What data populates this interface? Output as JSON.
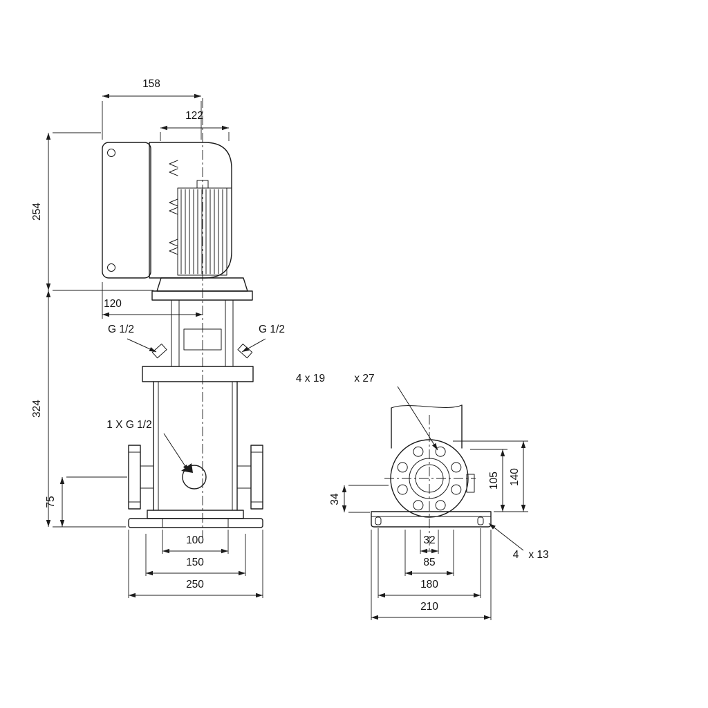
{
  "drawing": {
    "front_view": {
      "dims": {
        "d158": "158",
        "d122": "122",
        "d254": "254",
        "d120": "120",
        "d324": "324",
        "d75": "75",
        "d100": "100",
        "d150": "150",
        "d250": "250"
      },
      "labels": {
        "port_left": "G 1/2",
        "port_right": "G 1/2",
        "drain": "1 X G 1/2"
      }
    },
    "side_view": {
      "dims": {
        "d34": "34",
        "d105": "105",
        "d140": "140",
        "d32": "32",
        "d85": "85",
        "d180": "180",
        "d210": "210"
      },
      "labels": {
        "flange_holes_a": "4 x 19",
        "flange_holes_b": "x 27",
        "base_holes_a": "4",
        "base_holes_b": "x 13"
      }
    },
    "colors": {
      "line": "#1c1c1c",
      "background": "#ffffff"
    }
  }
}
